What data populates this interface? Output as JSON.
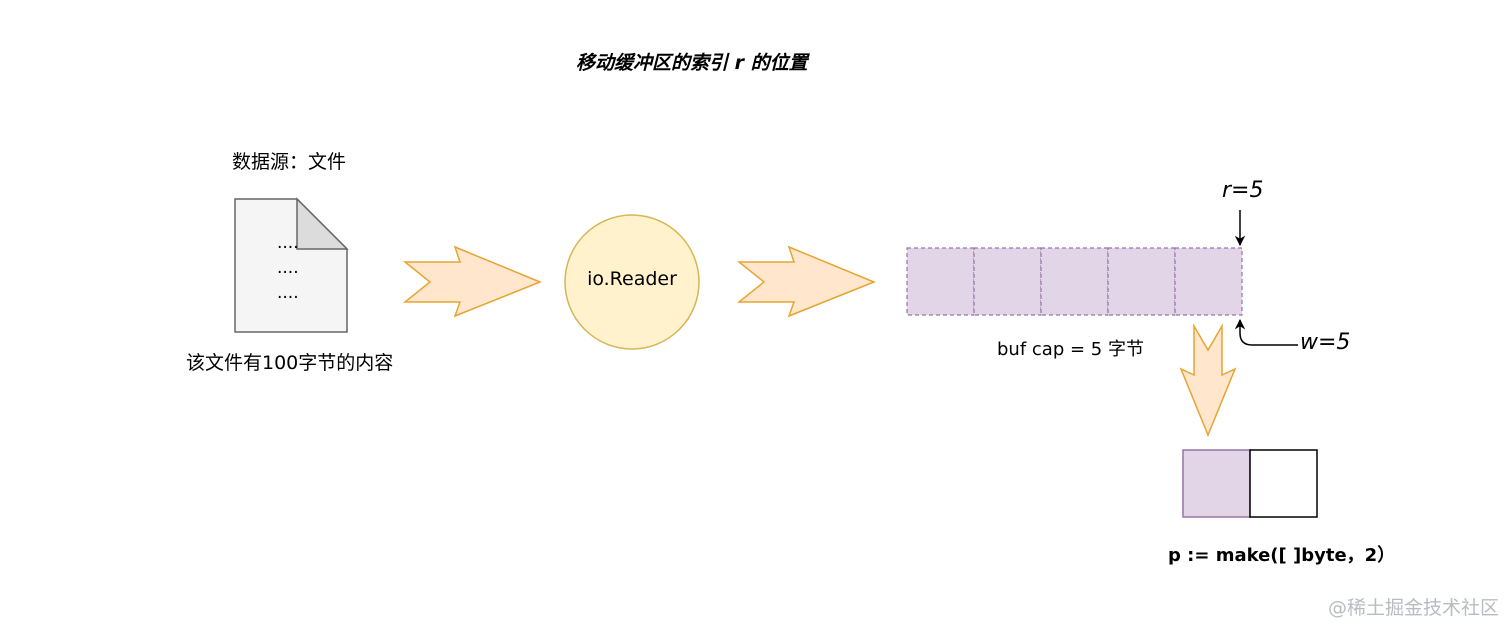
{
  "title": "移动缓冲区的索引 r 的位置",
  "source": {
    "label": "数据源：文件",
    "file_lines": [
      "....",
      "....",
      "...."
    ],
    "caption": "该文件有100字节的内容"
  },
  "reader": {
    "label": "io.Reader"
  },
  "buffer": {
    "capacity": 5,
    "caption": "buf cap = 5 字节",
    "r_label": "r=5",
    "w_label": "w=5"
  },
  "p_slice": {
    "length": 2,
    "filled": 1,
    "label": "p := make([ ]byte，2）"
  },
  "watermark": "@稀土掘金技术社区",
  "colors": {
    "buffer_fill": "#e1d5e7",
    "buffer_stroke": "#9673a6",
    "arrow_fill": "#ffe6cc",
    "arrow_stroke": "#e5a530",
    "reader_fill": "#fff2cc",
    "reader_stroke": "#d6b656",
    "file_fill": "#f5f5f5",
    "file_stroke": "#666666"
  }
}
